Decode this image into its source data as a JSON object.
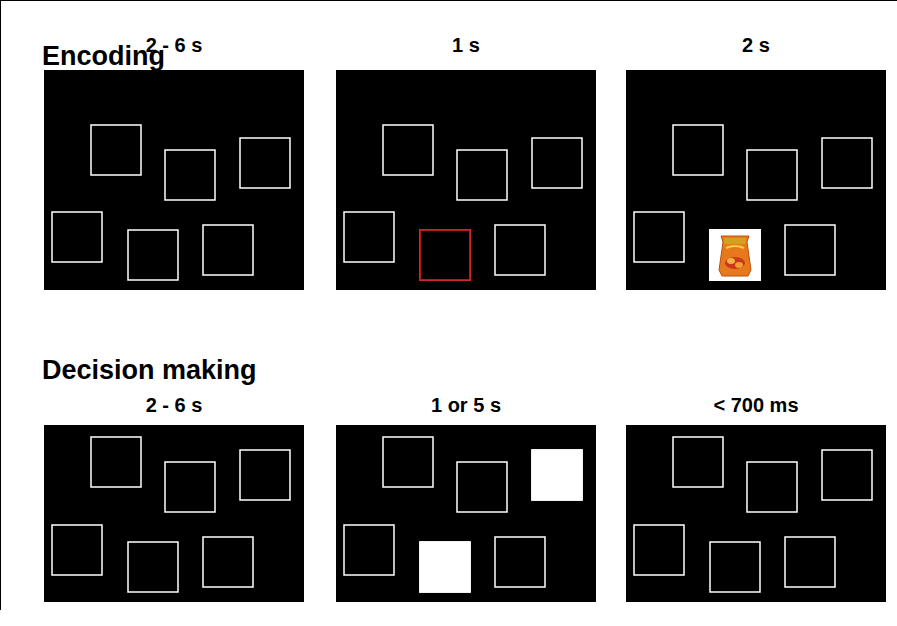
{
  "diagram": {
    "nodes": [
      {
        "text": [
          "2 - 6 s"
        ]
      },
      {
        "text": [
          "1 s"
        ]
      },
      {
        "text": [
          "2 s"
        ]
      },
      {
        "text": [
          "2 - 6 s"
        ]
      },
      {
        "text": [
          "1 or 5 s"
        ]
      },
      {
        "text": [
          "< 700 ms"
        ]
      }
    ],
    "labels": [
      "Encoding",
      "Decision making"
    ]
  }
}
